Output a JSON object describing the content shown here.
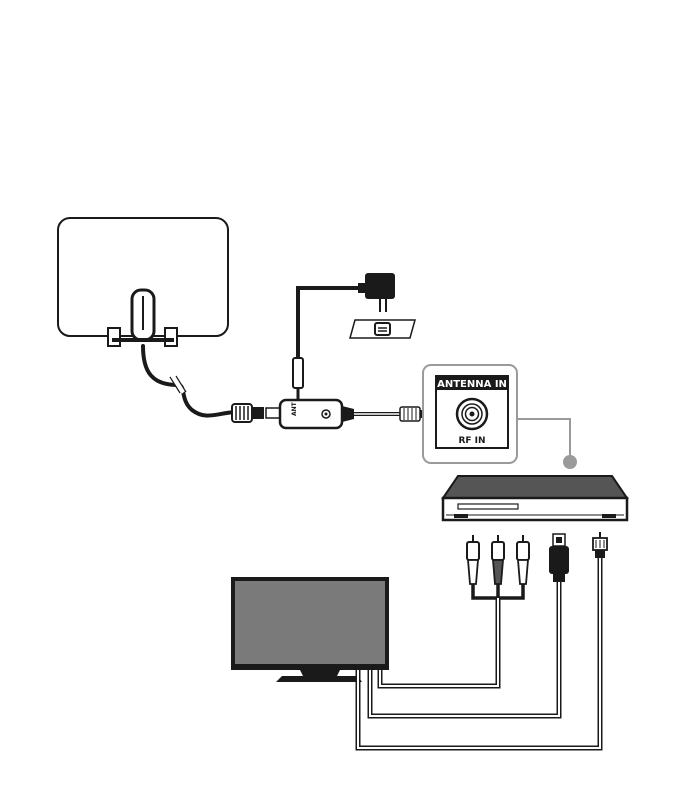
{
  "port_panel": {
    "title": "ANTENNA IN",
    "port_label": "RF IN"
  },
  "amplifier": {
    "badge": "ANT"
  },
  "icons": {
    "antenna": "flat-antenna-icon",
    "power_adapter": "power-adapter-icon",
    "wall_outlet": "wall-outlet-icon",
    "amplifier": "signal-amplifier-icon",
    "set_top_box": "set-top-box-icon",
    "television": "television-icon"
  },
  "colors": {
    "line": "#1a1a1a",
    "panel_border": "#9a9a9a",
    "tv_screen": "#7a7a7a",
    "box_body": "#555555",
    "dot": "#9a9a9a"
  }
}
